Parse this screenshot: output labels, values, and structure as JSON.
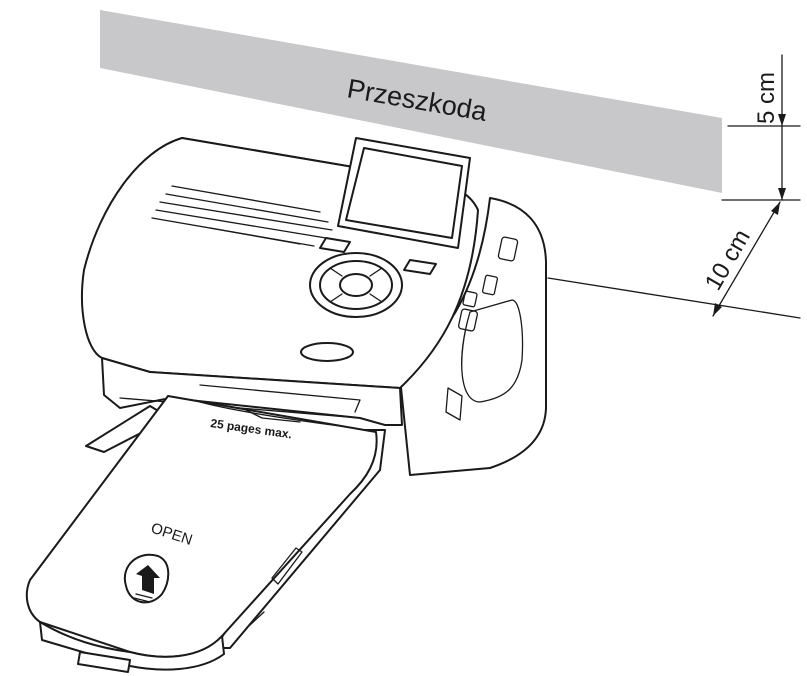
{
  "obstacle": {
    "label": "Przeszkoda",
    "fill_color": "#c8c8cb"
  },
  "dimensions": {
    "top_clearance": "5 cm",
    "rear_clearance": "10 cm"
  },
  "tray": {
    "capacity_label": "25 pages max.",
    "open_label": "OPEN"
  },
  "line_color": "#1a1a1a"
}
